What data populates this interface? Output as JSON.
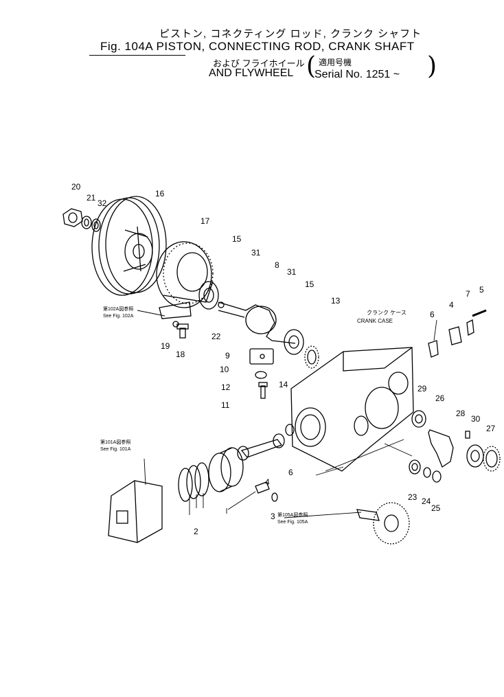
{
  "title": {
    "jp_line1": "ピストン, コネクティング ロッド, クランク シャフト",
    "en_line1": "Fig. 104A PISTON, CONNECTING ROD, CRANK SHAFT",
    "jp_line2": "および フライホイール",
    "applicable": "適用号機",
    "en_line2": "AND FLYWHEEL",
    "serial": "Serial No. 1251 ~"
  },
  "references": [
    {
      "jp": "第102A図参照",
      "en": "See Fig. 102A"
    },
    {
      "jp": "第101A図参照",
      "en": "See Fig. 101A"
    },
    {
      "jp": "第105A図参照",
      "en": "See Fig. 105A"
    }
  ],
  "crank_case": {
    "jp": "クランク ケース",
    "en": "CRANK CASE"
  },
  "part_numbers": [
    "20",
    "21",
    "32",
    "16",
    "17",
    "15",
    "31",
    "8",
    "31",
    "15",
    "13",
    "4",
    "7",
    "5",
    "6",
    "22",
    "19",
    "18",
    "9",
    "10",
    "12",
    "14",
    "11",
    "29",
    "26",
    "28",
    "30",
    "27",
    "4",
    "6",
    "2",
    "3",
    "23",
    "24",
    "25"
  ]
}
